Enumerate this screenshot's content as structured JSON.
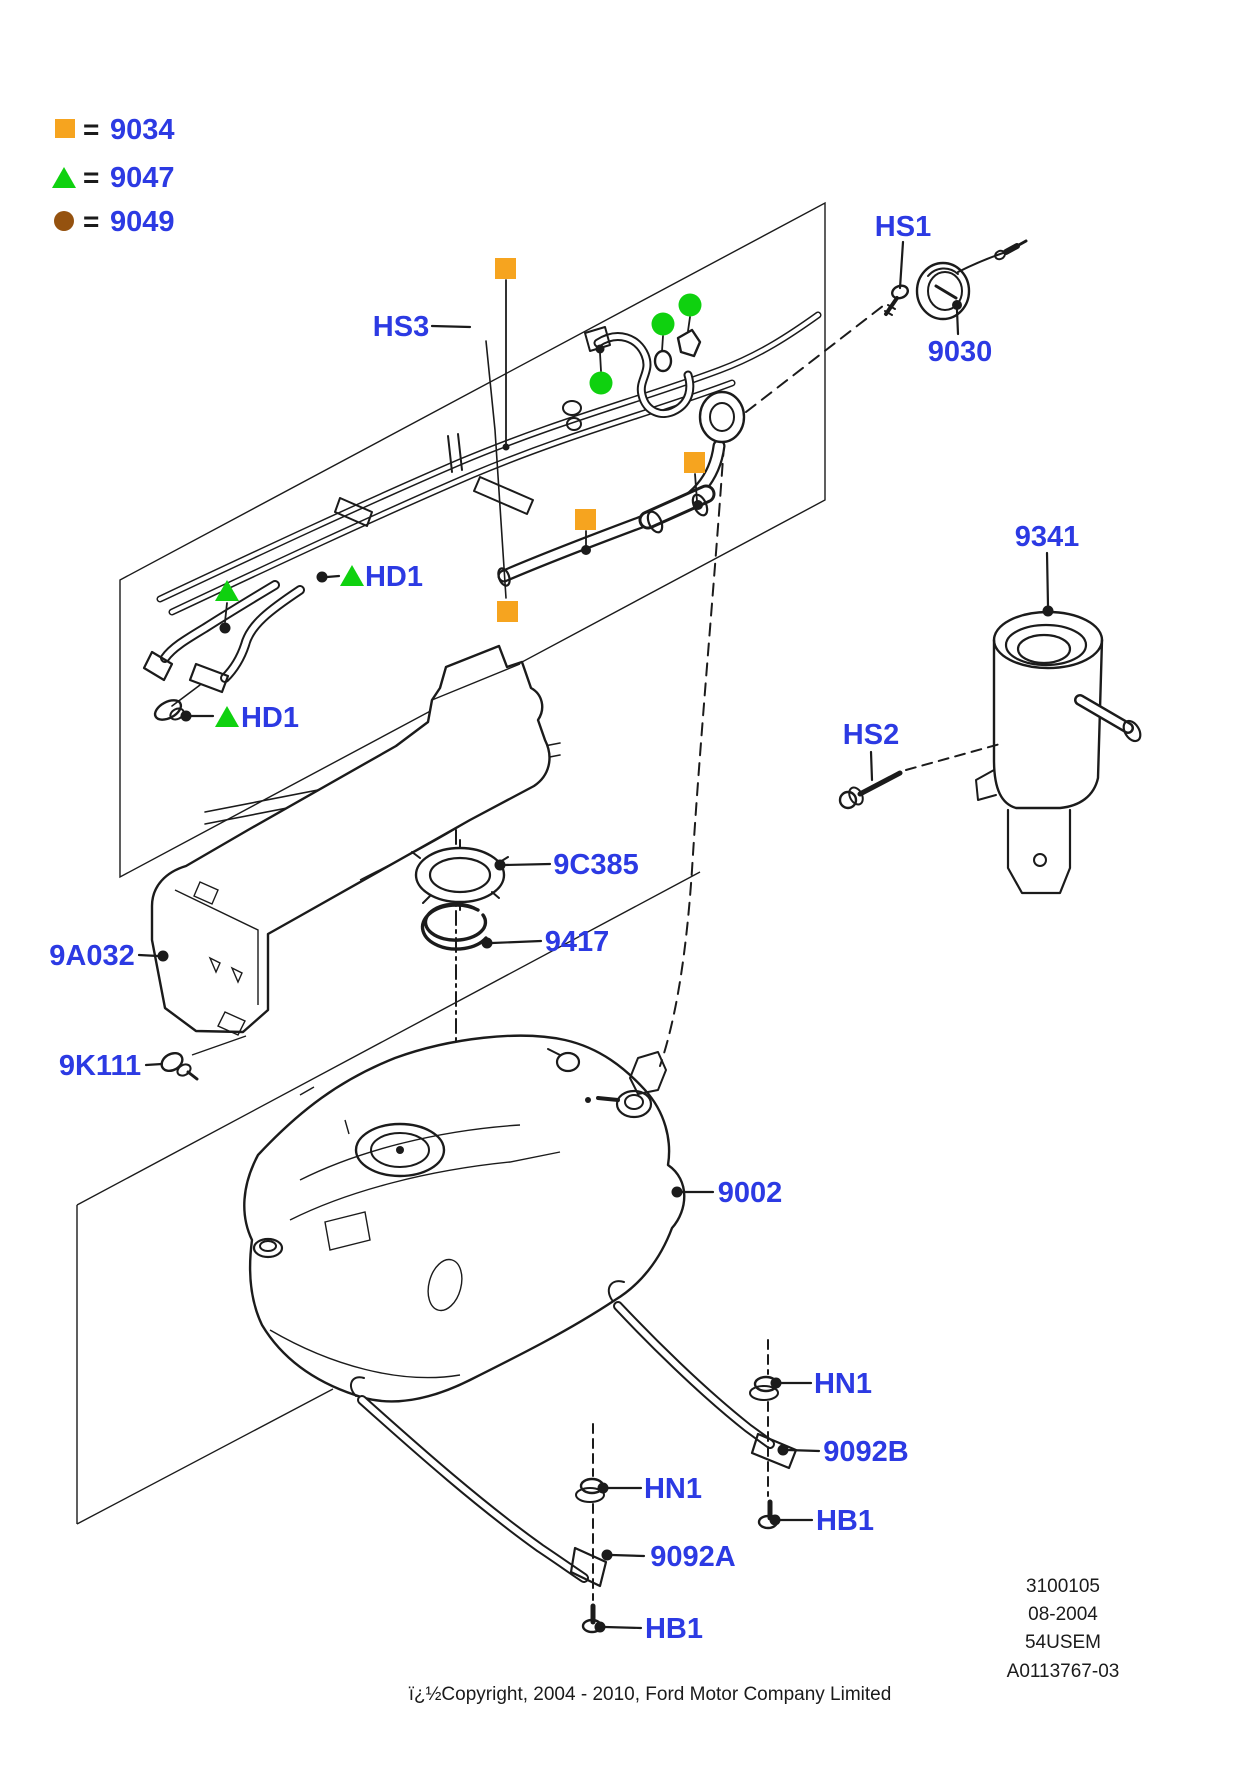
{
  "colors": {
    "label_blue": "#2C3AE3",
    "orange": "#F6A41F",
    "green": "#0FD10F",
    "brown": "#95520F",
    "line": "#1b1b1b"
  },
  "legend": {
    "equals": "=",
    "items": [
      {
        "marker": "orange-square",
        "code": "9034"
      },
      {
        "marker": "green-triangle",
        "code": "9047"
      },
      {
        "marker": "brown-circle",
        "code": "9049"
      }
    ]
  },
  "labels": {
    "hs1": "HS1",
    "hs2": "HS2",
    "hs3": "HS3",
    "hd1": "HD1",
    "hn1": "HN1",
    "hb1": "HB1",
    "p9030": "9030",
    "p9341": "9341",
    "p9c385": "9C385",
    "p9417": "9417",
    "p9a032": "9A032",
    "p9k111": "9K111",
    "p9002": "9002",
    "p9092b": "9092B",
    "p9092a": "9092A"
  },
  "footer": {
    "doc_lines": [
      "3100105",
      "08-2004",
      "54USEM",
      "A0113767-03"
    ],
    "copyright": "ï¿½Copyright, 2004 - 2010, Ford Motor Company Limited"
  }
}
